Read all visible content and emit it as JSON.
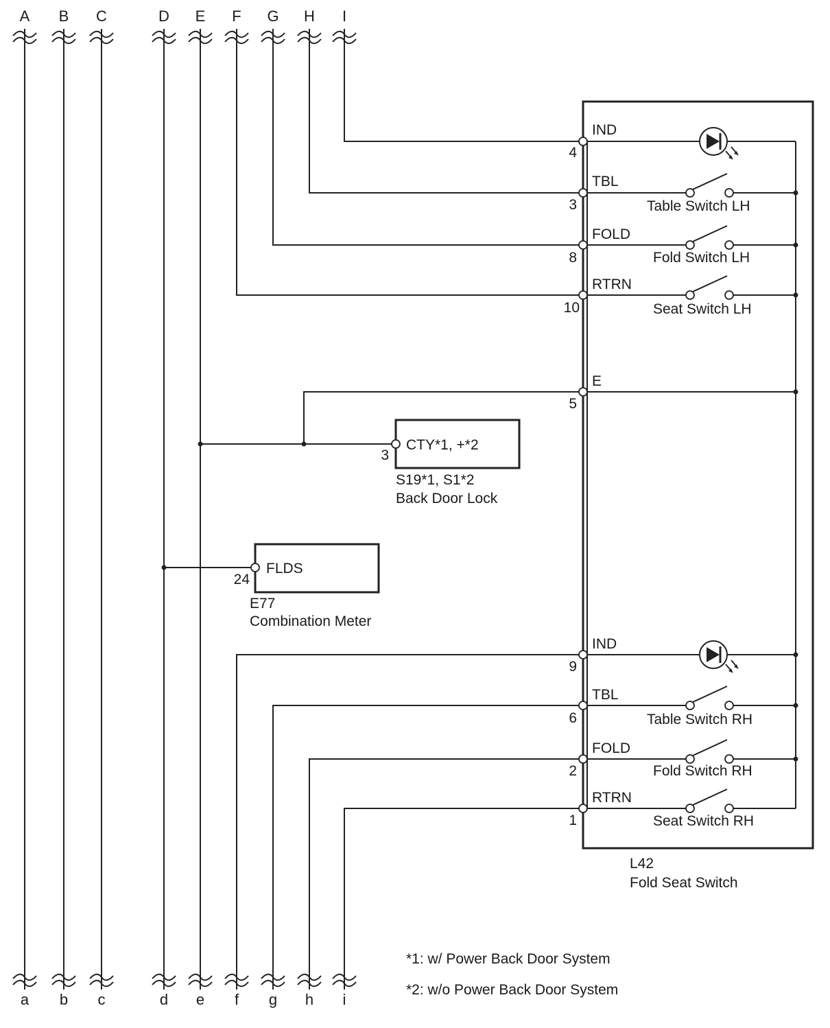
{
  "buses": {
    "top": [
      "A",
      "B",
      "C",
      "D",
      "E",
      "F",
      "G",
      "H",
      "I"
    ],
    "bottom": [
      "a",
      "b",
      "c",
      "d",
      "e",
      "f",
      "g",
      "h",
      "i"
    ]
  },
  "fold_seat_switch": {
    "code": "L42",
    "name": "Fold Seat Switch",
    "pins": [
      {
        "pin": "4",
        "signal": "IND",
        "component": ""
      },
      {
        "pin": "3",
        "signal": "TBL",
        "component": "Table Switch LH"
      },
      {
        "pin": "8",
        "signal": "FOLD",
        "component": "Fold Switch LH"
      },
      {
        "pin": "10",
        "signal": "RTRN",
        "component": "Seat Switch LH"
      },
      {
        "pin": "5",
        "signal": "E",
        "component": ""
      },
      {
        "pin": "9",
        "signal": "IND",
        "component": ""
      },
      {
        "pin": "6",
        "signal": "TBL",
        "component": "Table Switch RH"
      },
      {
        "pin": "2",
        "signal": "FOLD",
        "component": "Fold Switch RH"
      },
      {
        "pin": "1",
        "signal": "RTRN",
        "component": "Seat Switch RH"
      }
    ]
  },
  "back_door_lock": {
    "code": "S19*1, S1*2",
    "name": "Back Door Lock",
    "terminal_label": "CTY*1, +*2",
    "pin": "3"
  },
  "combination_meter": {
    "code": "E77",
    "name": "Combination Meter",
    "terminal_label": "FLDS",
    "pin": "24"
  },
  "notes": [
    "*1: w/ Power Back Door System",
    "*2: w/o Power Back Door System"
  ]
}
